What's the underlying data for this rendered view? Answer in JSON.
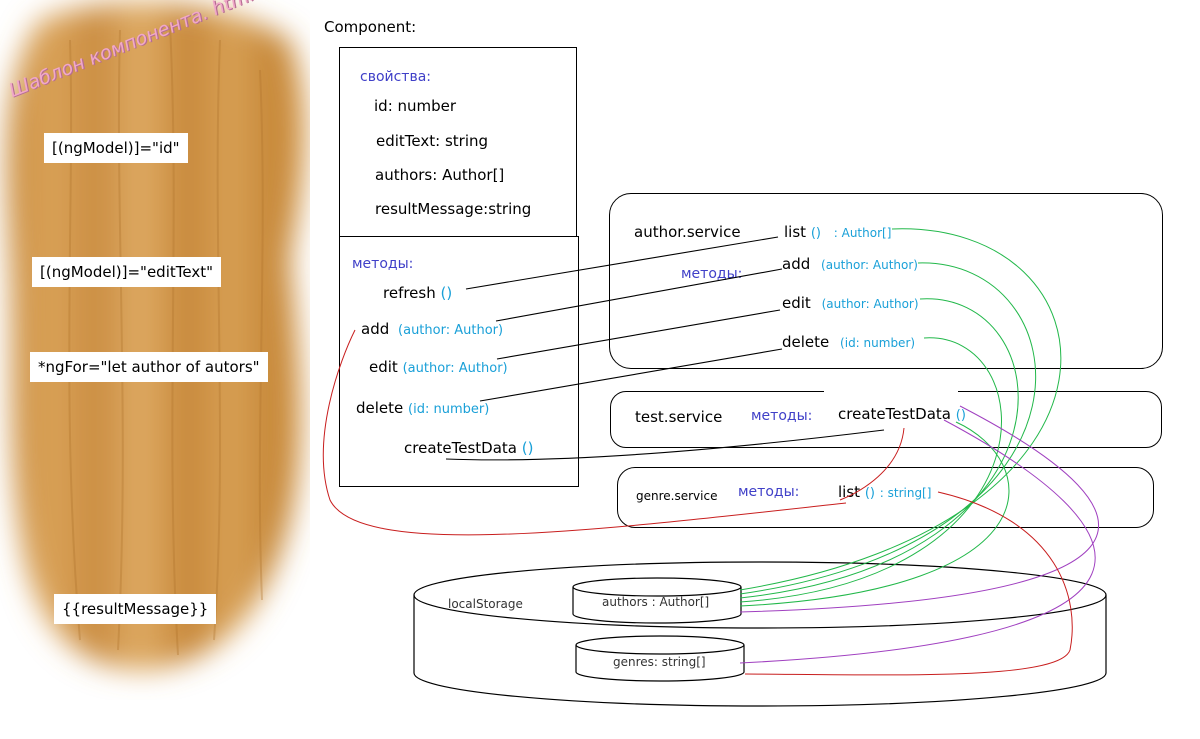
{
  "template": {
    "title": "Шаблон компонента. html",
    "bindings": [
      "[(ngModel)]=\"id\"",
      "[(ngModel)]=\"editText\"",
      "*ngFor=\"let author of autors\"",
      "{{resultMessage}}"
    ]
  },
  "component": {
    "label": "Component:",
    "properties_heading": "свойства:",
    "properties": [
      "id: number",
      "editText: string",
      "authors: Author[]",
      "resultMessage:string"
    ],
    "methods_heading": "методы:",
    "methods": [
      {
        "name": "refresh",
        "args": "()"
      },
      {
        "name": "add",
        "args": "(author: Author)"
      },
      {
        "name": "edit",
        "args": "(author: Author)"
      },
      {
        "name": "delete",
        "args": "(id: number)"
      },
      {
        "name": "createTestData",
        "args": "()"
      }
    ]
  },
  "author_service": {
    "name": "author.service",
    "methods_heading": "методы:",
    "methods": [
      {
        "name": "list",
        "args": "()",
        "returns": ": Author[]"
      },
      {
        "name": "add",
        "args": "(author: Author)"
      },
      {
        "name": "edit",
        "args": "(author: Author)"
      },
      {
        "name": "delete",
        "args": "(id: number)"
      }
    ]
  },
  "test_service": {
    "name": "test.service",
    "methods_heading": "методы:",
    "method": {
      "name": "createTestData",
      "args": "()"
    }
  },
  "genre_service": {
    "name": "genre.service",
    "methods_heading": "методы:",
    "method": {
      "name": "list",
      "args": "()",
      "returns": ": string[]"
    }
  },
  "storage": {
    "name": "localStorage",
    "items": [
      "authors : Author[]",
      "genres: string[]"
    ]
  },
  "colors": {
    "method_blue": "#4040c8",
    "arg_cyan": "#1aa0d8",
    "link_green": "#22b84a",
    "link_red": "#c81e1e",
    "link_purple": "#a040c0",
    "template_pink": "#f0a8c8"
  }
}
